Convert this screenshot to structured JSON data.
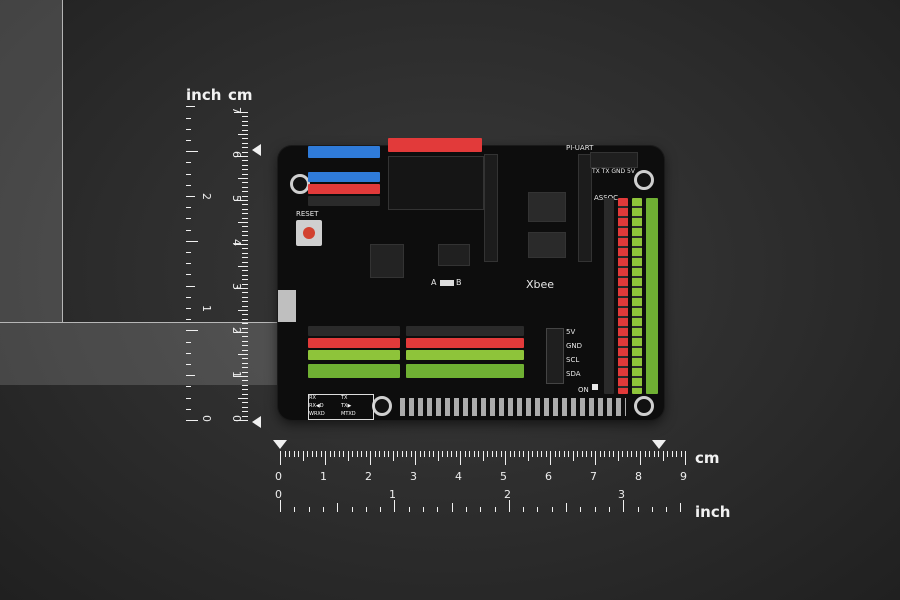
{
  "vertical_ruler": {
    "inch_label": "inch",
    "cm_label": "cm",
    "inch_numbers": [
      "2",
      "1"
    ],
    "cm_numbers": [
      "7",
      "6",
      "5",
      "4",
      "3",
      "2",
      "1",
      "0"
    ],
    "inch_zero": "0"
  },
  "horizontal_ruler": {
    "cm_label": "cm",
    "inch_label": "inch",
    "cm_numbers": [
      "0",
      "1",
      "2",
      "3",
      "4",
      "5",
      "6",
      "7",
      "8",
      "9"
    ],
    "inch_numbers": [
      "0",
      "1",
      "2",
      "3"
    ]
  },
  "board": {
    "reset_label": "RESET",
    "xbee_label": "Xbee",
    "pi_uart_label": "PI-UART",
    "uart_pins": "TX  TX  GND  5V",
    "assoc_label": "ASSOC",
    "switch_a": "A",
    "switch_b": "B",
    "i2c_labels": [
      "5V",
      "GND",
      "SCL",
      "SDA"
    ],
    "on_label": "ON",
    "rx_tx_table": [
      "RX",
      "TX",
      "RX◀D",
      "TX▶",
      "WRXD",
      "MTXD"
    ]
  },
  "colors": {
    "header_blue": "#2f7bd9",
    "header_red": "#e23a3a",
    "header_green": "#8ec43a",
    "header_black": "#2a2a2a"
  }
}
